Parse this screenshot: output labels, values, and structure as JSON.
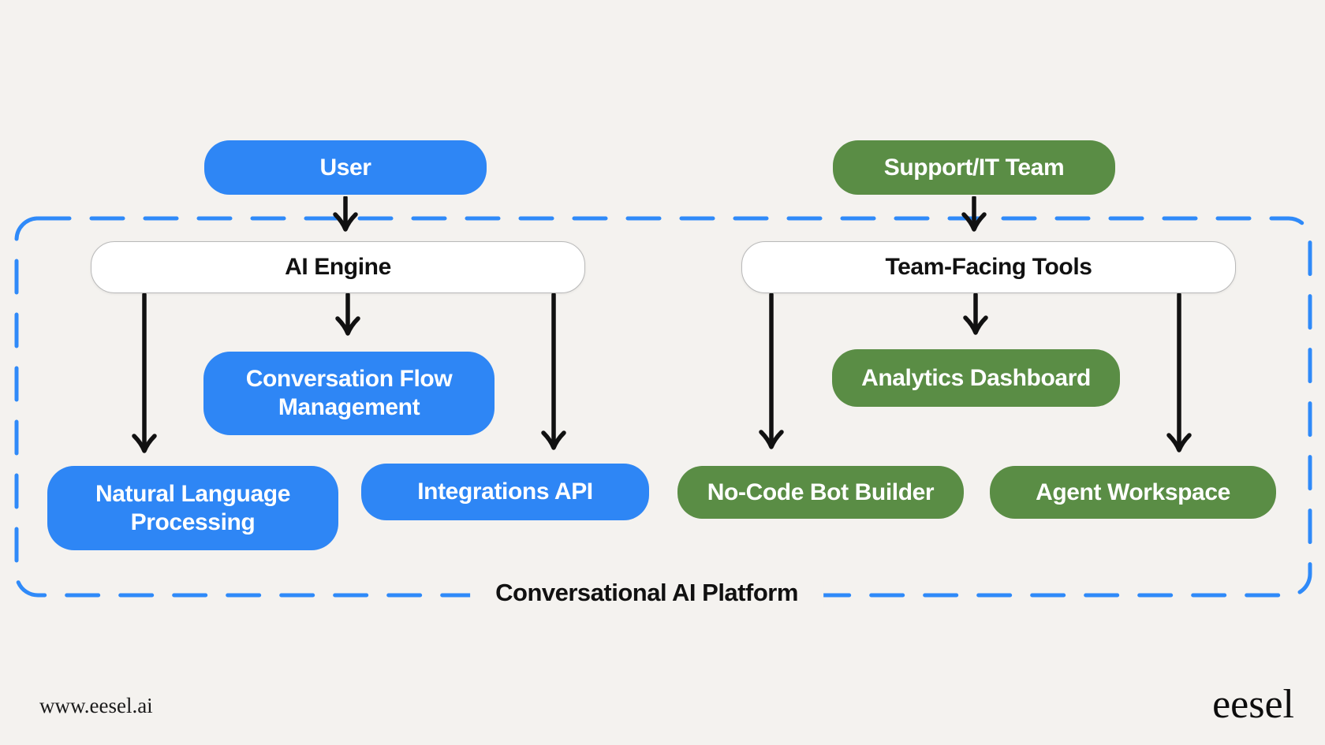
{
  "diagram": {
    "actors": {
      "user": "User",
      "support": "Support/IT Team"
    },
    "hubs": {
      "ai_engine": "AI Engine",
      "team_tools": "Team-Facing Tools"
    },
    "ai_components": {
      "conversation_flow": "Conversation Flow Management",
      "nlp": "Natural Language Processing",
      "integrations_api": "Integrations API"
    },
    "team_components": {
      "analytics_dashboard": "Analytics Dashboard",
      "no_code_bot_builder": "No-Code Bot Builder",
      "agent_workspace": "Agent Workspace"
    },
    "platform_label": "Conversational AI Platform"
  },
  "footer": {
    "website": "www.eesel.ai",
    "logo": "eesel"
  },
  "colors": {
    "background": "#f4f2ef",
    "blue": "#2e86f5",
    "green": "#5a8d45",
    "dash_border": "#2f8af9",
    "arrow": "#111111",
    "text_light": "#ffffff",
    "text_dark": "#111111"
  }
}
